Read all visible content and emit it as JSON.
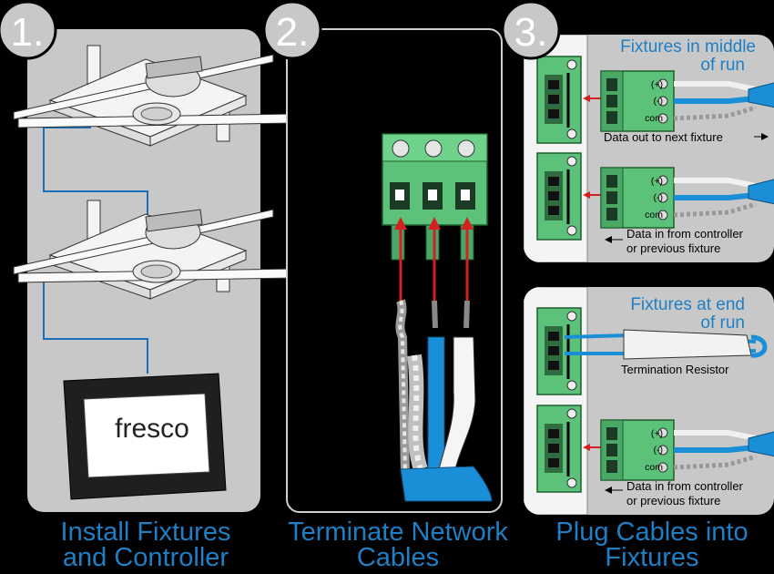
{
  "steps": [
    {
      "number": "1.",
      "caption_line1": "Install Fixtures",
      "caption_line2": "and Controller"
    },
    {
      "number": "2.",
      "caption_line1": "Terminate Network",
      "caption_line2": "Cables"
    },
    {
      "number": "3.",
      "caption_line1": "Plug Cables into",
      "caption_line2": "Fixtures"
    }
  ],
  "controller_brand": "fresco",
  "middle_run": {
    "title_line1": "Fixtures in middle",
    "title_line2": "of run",
    "pin_labels": [
      "(+)",
      "(-)",
      "com"
    ],
    "data_out_label": "Data out to next fixture",
    "data_in_line1": "Data in from controller",
    "data_in_line2": "or previous fixture"
  },
  "end_run": {
    "title_line1": "Fixtures at end",
    "title_line2": "of run",
    "resistor_label": "Termination Resistor",
    "pin_labels": [
      "(+)",
      "(-)",
      "com"
    ],
    "data_in_line1": "Data in from controller",
    "data_in_line2": "or previous fixture"
  },
  "colors": {
    "background": "#000000",
    "panel": "#c8c8c8",
    "caption_blue": "#1e7fc4",
    "connector_green": "#5cc27a",
    "cable_blue": "#1a8fd8",
    "arrow_red": "#d42020"
  }
}
